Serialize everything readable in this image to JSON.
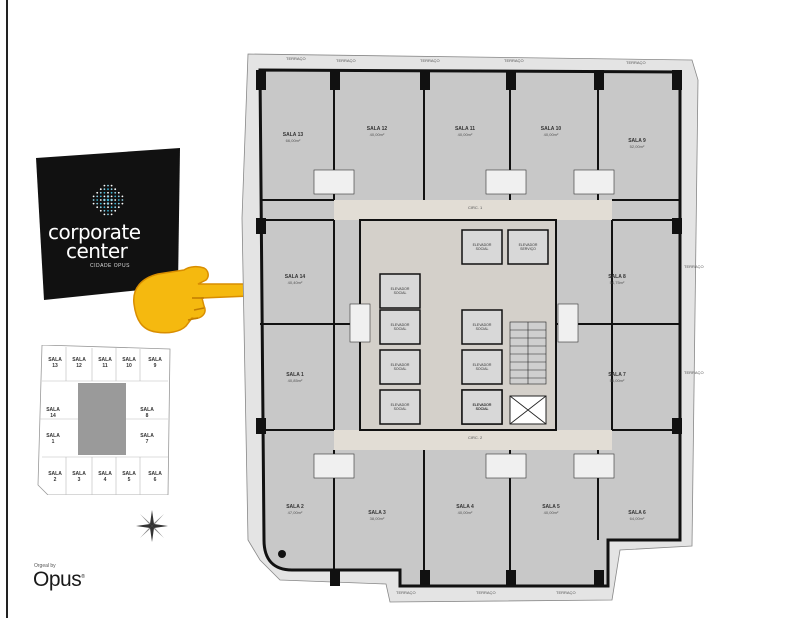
{
  "logo": {
    "line1": "corporate",
    "line2": "center",
    "subtitle": "CIDADE OPUS",
    "card_color": "#111111",
    "dot_colors": [
      "#3ab5d6",
      "#8ed3e8",
      "#ffffff"
    ]
  },
  "pointer": {
    "icon": "pointing-right-hand-emoji",
    "color": "#f4b400"
  },
  "key_plan": {
    "rooms": [
      {
        "label": "SALA\n13"
      },
      {
        "label": "SALA\n12"
      },
      {
        "label": "SALA\n11"
      },
      {
        "label": "SALA\n10"
      },
      {
        "label": "SALA\n9"
      },
      {
        "label": "SALA\n14"
      },
      {
        "label": "SALA\n8"
      },
      {
        "label": "SALA\n1"
      },
      {
        "label": "SALA\n7"
      },
      {
        "label": "SALA\n2"
      },
      {
        "label": "SALA\n3"
      },
      {
        "label": "SALA\n4"
      },
      {
        "label": "SALA\n5"
      },
      {
        "label": "SALA\n6"
      }
    ],
    "core_color": "#9a9a9a"
  },
  "compass": {
    "icon": "compass-rose-icon"
  },
  "footer": {
    "small_text": "Orgeal by",
    "brand": "Opus",
    "mark": "®"
  },
  "plan": {
    "floor_color": "#c8c8c8",
    "wall_color": "#111111",
    "terrace_label": "TERRAÇO",
    "rooms": [
      {
        "label": "SALA 13",
        "area": "66,00m²"
      },
      {
        "label": "SALA 12",
        "area": "40,00m²"
      },
      {
        "label": "SALA 11",
        "area": "40,00m²"
      },
      {
        "label": "SALA 10",
        "area": "40,00m²"
      },
      {
        "label": "SALA 9",
        "area": "52,00m²"
      },
      {
        "label": "SALA 14",
        "area": "40,40m²"
      },
      {
        "label": "SALA 8",
        "area": "54,75m²"
      },
      {
        "label": "SALA 1",
        "area": "40,85m²"
      },
      {
        "label": "SALA 7",
        "area": "55,00m²"
      },
      {
        "label": "SALA 2",
        "area": "47,00m²"
      },
      {
        "label": "SALA 3",
        "area": "38,00m²"
      },
      {
        "label": "SALA 4",
        "area": "40,00m²"
      },
      {
        "label": "SALA 5",
        "area": "40,00m²"
      },
      {
        "label": "SALA 6",
        "area": "64,00m²"
      }
    ],
    "circulation": [
      "CIRC. 1",
      "CIRC. 2"
    ],
    "elevators": [
      "ELEVADOR\nSOCIAL",
      "ELEVADOR\nSERVIÇO",
      "ELEVADOR\nSOCIAL",
      "ELEVADOR\nSOCIAL",
      "ELEVADOR\nSOCIAL",
      "ELEVADOR\nSOCIAL",
      "ELEVADOR\nSOCIAL",
      "ELEVADOR\nSOCIAL",
      "ELEVADOR\nSOCIAL",
      "ELEVADOR\nSOCIAL"
    ]
  }
}
